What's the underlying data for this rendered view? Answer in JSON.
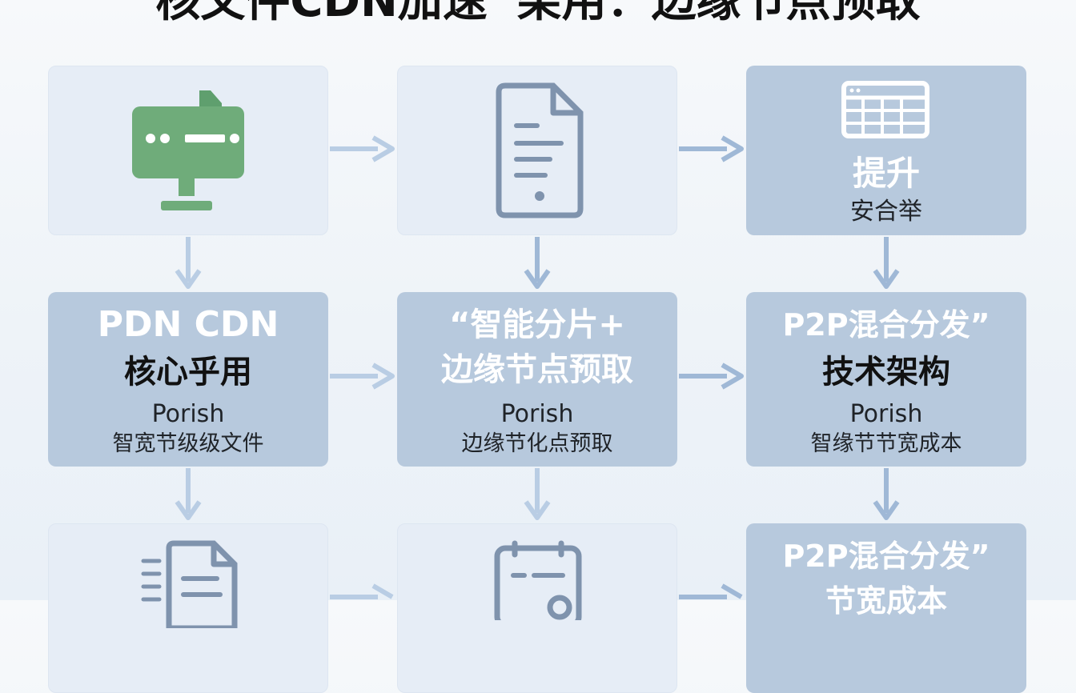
{
  "title": "核文件CDN加速“架用：边缘节点预取",
  "boxes": {
    "top_right": {
      "line1": "提升",
      "line2": "安合举"
    },
    "mid_left": {
      "line1": "PDN CDN",
      "line2": "核心乎用",
      "line3": "Porish",
      "line4": "智宽节级级文件"
    },
    "mid_center": {
      "line1": "“智能分片+",
      "line2": "边缘节点预取",
      "line3": "Porish",
      "line4": "边缘节化点预取"
    },
    "mid_right": {
      "line1": "P2P混合分发”",
      "line2": "技术架构",
      "line3": "Porish",
      "line4": "智缘节节宽成本"
    },
    "bottom_right": {
      "line1": "P2P混合分发”",
      "line2": "节宽成本"
    }
  },
  "icons": {
    "top_left": "monitor-icon",
    "top_center": "document-icon",
    "top_right": "table-grid-icon",
    "bottom_left": "document-list-icon",
    "bottom_center": "calendar-icon"
  },
  "colors": {
    "light_box": "#e6edf6",
    "mid_box": "#b7c9dd",
    "arrow": "#9fb8d6",
    "green_icon": "#6fac7a",
    "icon_stroke": "#7f93ad"
  }
}
